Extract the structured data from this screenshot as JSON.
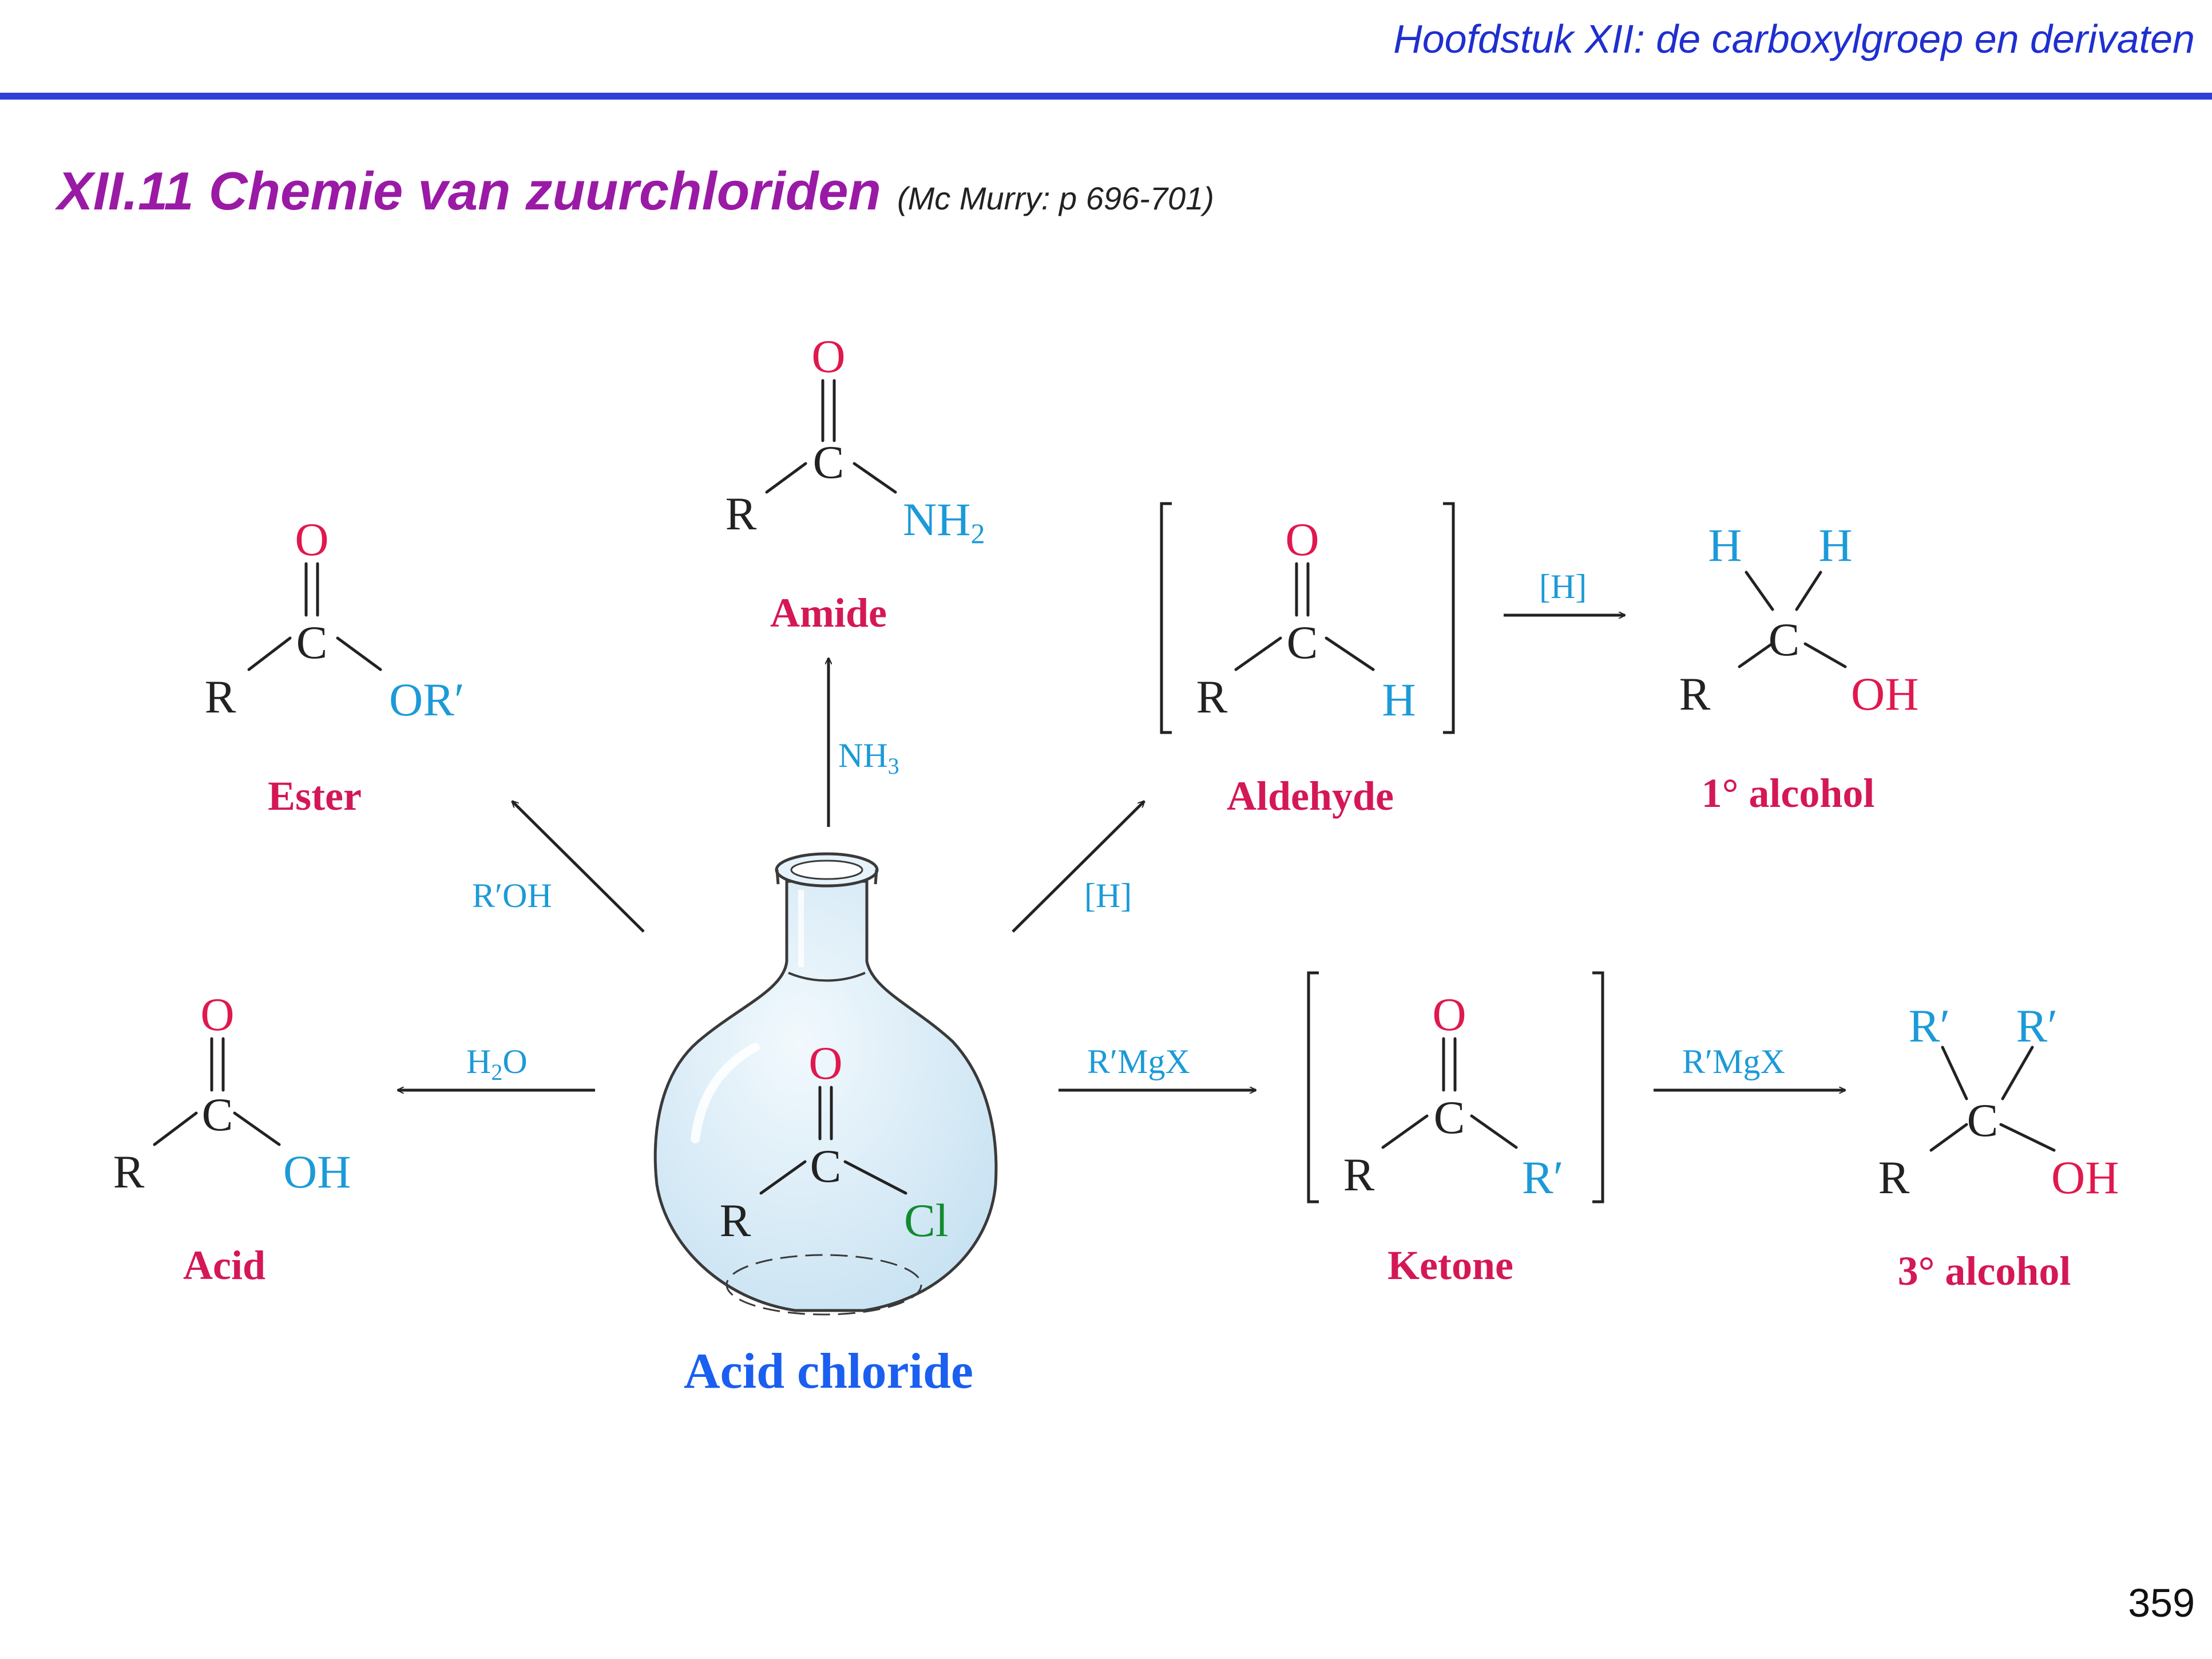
{
  "header": {
    "chapter": "Hoofdstuk XII: de carboxylgroep en derivaten",
    "title": "XII.11  Chemie van zuurchloriden",
    "reference": "(Mc Murry: p 696-701)",
    "page_number": "359"
  },
  "colors": {
    "header": "#1f2fcf",
    "title": "#9a1aa6",
    "label": "#d41855",
    "oxygen": "#e0184e",
    "substituent": "#1c9ad8",
    "chlorine": "#138a2f",
    "center_label": "#1a5ff0",
    "flask": "#d8ecf7"
  },
  "atoms": {
    "O": "O",
    "C": "C",
    "R": "R",
    "OR": "OR′",
    "NH2": "NH",
    "sub2": "2",
    "H": "H",
    "OH": "OH",
    "Cl": "Cl",
    "Rp": "R′"
  },
  "reagents": {
    "ester": "R′OH",
    "amide_main": "NH",
    "amide_sub": "3",
    "aldehyde": "[H]",
    "alcohol1": "[H]",
    "acid_pre": "H",
    "acid_sub": "2",
    "acid_post": "O",
    "ketone": "R′MgX",
    "alcohol3": "R′MgX"
  },
  "labels": {
    "ester": "Ester",
    "amide": "Amide",
    "aldehyde": "Aldehyde",
    "alcohol1": "1° alcohol",
    "acid": "Acid",
    "ketone": "Ketone",
    "alcohol3": "3° alcohol",
    "acid_chloride": "Acid chloride"
  },
  "icons": {
    "flask": "round-bottom-flask-icon"
  }
}
